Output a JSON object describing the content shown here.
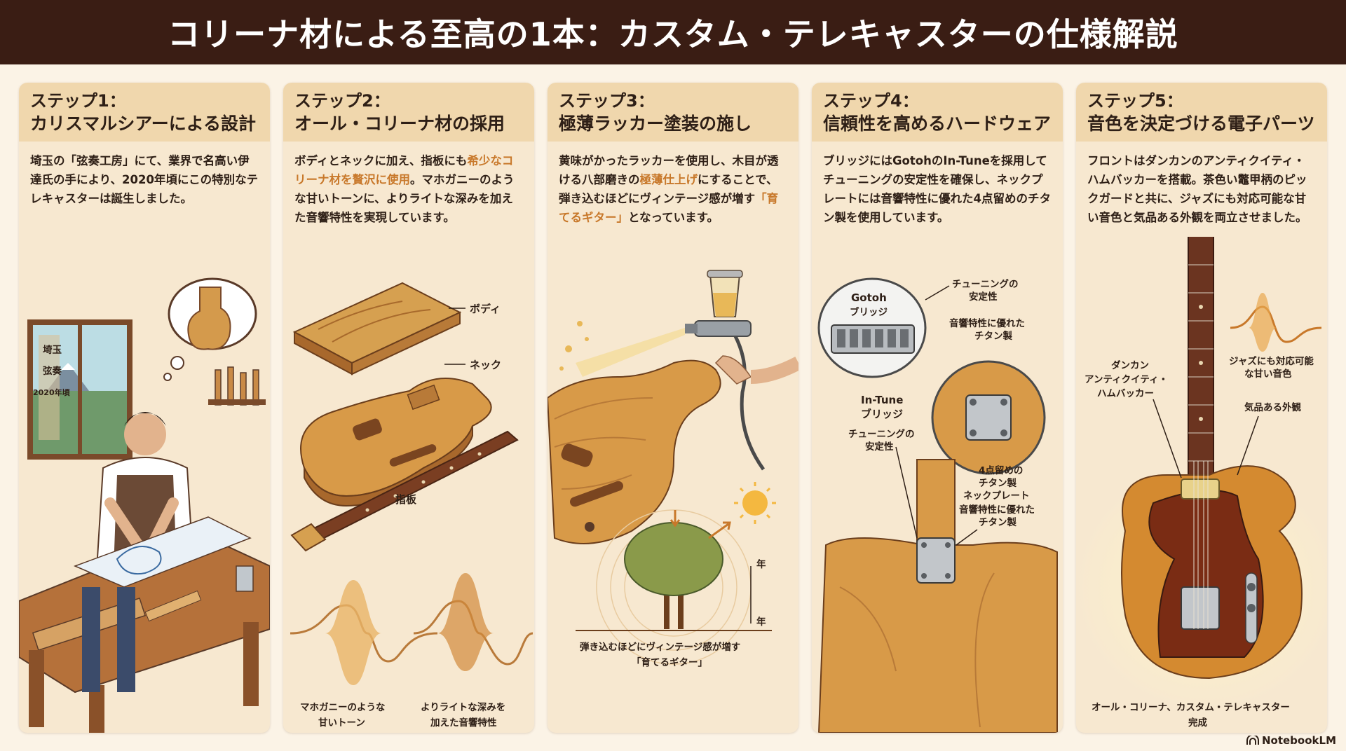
{
  "title": "コリーナ材による至高の1本：カスタム・テレキャスターの仕様解説",
  "brand": "NotebookLM",
  "colors": {
    "header_bg": "#3a1d14",
    "panel_bg": "#f7e8d0",
    "panel_head_bg": "#f0d7ad",
    "highlight": "#c8782a"
  },
  "panels": [
    {
      "step": "ステップ1：",
      "subtitle": "カリスマルシアーによる設計",
      "desc": "埼玉の「弦奏工房」にて、業界で名高い伊達氏の手により、2020年頃にこの特別なテレキャスターは誕生しました。",
      "labels": {
        "window_text_1": "埼玉",
        "window_text_2": "弦奏",
        "window_text_3": "2020年頃"
      }
    },
    {
      "step": "ステップ2：",
      "subtitle": "オール・コリーナ材の採用",
      "desc_a": "ボディとネックに加え、指板にも",
      "desc_hl": "希少なコリーナ材を贅沢に使用",
      "desc_b": "。マホガニーのような甘いトーンに、よりライトな深みを加えた音響特性を実現しています。",
      "labels": {
        "body": "ボディ",
        "neck": "ネック",
        "fingerboard": "指板",
        "wave_left_1": "マホガニーのような",
        "wave_left_2": "甘いトーン",
        "wave_right_1": "よりライトな深みを",
        "wave_right_2": "加えた音響特性"
      }
    },
    {
      "step": "ステップ3：",
      "subtitle": "極薄ラッカー塗装の施し",
      "desc_a": "黄味がかったラッカーを使用し、木目が透ける八部磨きの",
      "desc_hl": "極薄仕上げ",
      "desc_b": "にすることで、弾き込むほどにヴィンテージ感が増す",
      "desc_hl2": "「育てるギター」",
      "desc_c": "となっています。",
      "labels": {
        "year_top": "年",
        "year_bottom": "年",
        "caption_1": "弾き込むほどにヴィンテージ感が増す",
        "caption_2": "「育てるギター」"
      }
    },
    {
      "step": "ステップ4：",
      "subtitle": "信頼性を高めるハードウェア",
      "desc": "ブリッジにはGotohのIn-Tuneを採用してチューニングの安定性を確保し、ネックプレートには音響特性に優れた4点留めのチタン製を使用しています。",
      "labels": {
        "gotoh_1": "Gotoh",
        "gotoh_2": "ブリッジ",
        "tuning_1": "チューニングの",
        "tuning_2": "安定性",
        "titan_1": "音響特性に優れた",
        "titan_2": "チタン製",
        "intune_1": "In-Tune",
        "intune_2": "ブリッジ",
        "tuning_b1": "チューニングの",
        "tuning_b2": "安定性",
        "plate_1": "4点留めの",
        "plate_2": "チタン製",
        "plate_3": "ネックプレート",
        "plate_4": "音響特性に優れた",
        "plate_5": "チタン製"
      }
    },
    {
      "step": "ステップ5：",
      "subtitle": "音色を決定づける電子パーツ",
      "desc": "フロントはダンカンのアンティクイティ・ハムバッカーを搭載。茶色い鼈甲柄のピックガードと共に、ジャズにも対応可能な甘い音色と気品ある外観を両立させました。",
      "labels": {
        "duncan_1": "ダンカン",
        "duncan_2": "アンティクイティ・",
        "duncan_3": "ハムバッカー",
        "jazz_1": "ジャズにも対応可能",
        "jazz_2": "な甘い音色",
        "elegant": "気品ある外観",
        "final_1": "オール・コリーナ、カスタム・テレキャスター",
        "final_2": "完成"
      }
    }
  ]
}
